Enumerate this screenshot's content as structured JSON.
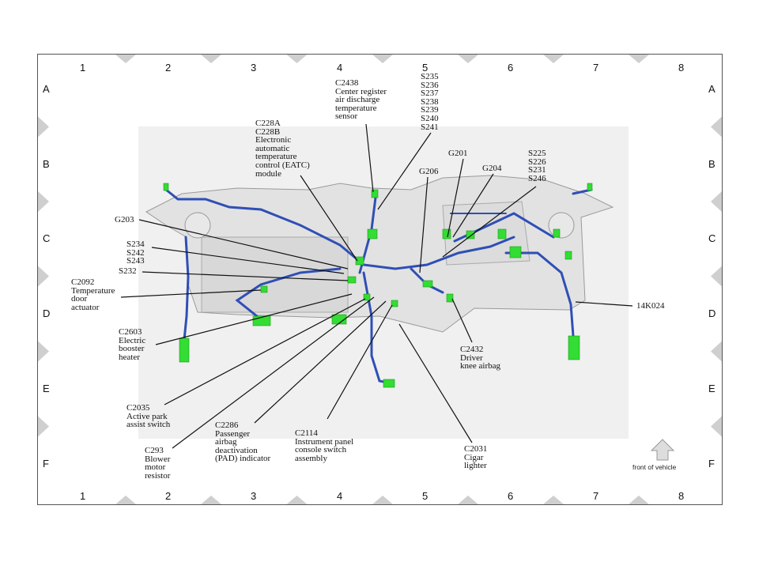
{
  "grid": {
    "columns": [
      "1",
      "2",
      "3",
      "4",
      "5",
      "6",
      "7",
      "8"
    ],
    "rows": [
      "A",
      "B",
      "C",
      "D",
      "E",
      "F"
    ]
  },
  "labels": {
    "c2438": [
      "C2438",
      "Center register",
      "air discharge",
      "temperature",
      "sensor"
    ],
    "s235": [
      "S235",
      "S236",
      "S237",
      "S238",
      "S239",
      "S240",
      "S241"
    ],
    "c228": [
      "C228A",
      "C228B",
      "Electronic",
      "automatic",
      "temperature",
      "control (EATC)",
      "module"
    ],
    "g206": [
      "G206"
    ],
    "g201": [
      "G201"
    ],
    "g204": [
      "G204"
    ],
    "s225": [
      "S225",
      "S226",
      "S231",
      "S246"
    ],
    "g203": [
      "G203"
    ],
    "s234": [
      "S234",
      "S242",
      "S243"
    ],
    "s232": [
      "S232"
    ],
    "c2092": [
      "C2092",
      "Temperature",
      "door",
      "actuator"
    ],
    "c2603": [
      "C2603",
      "Electric",
      "booster",
      "heater"
    ],
    "k14024": [
      "14K024"
    ],
    "c2432": [
      "C2432",
      "Driver",
      "knee airbag"
    ],
    "c2035": [
      "C2035",
      "Active park",
      "assist switch"
    ],
    "c293": [
      "C293",
      "Blower",
      "motor",
      "resistor"
    ],
    "c2286": [
      "C2286",
      "Passenger",
      "airbag",
      "deactivation",
      "(PAD) indicator"
    ],
    "c2114": [
      "C2114",
      "Instrument panel",
      "console switch",
      "assembly"
    ],
    "c2031": [
      "C2031",
      "Cigar",
      "lighter"
    ]
  },
  "front_label": "front of vehicle",
  "colors": {
    "harness": "#2f4fb5",
    "connector": "#33dd33",
    "panel": "#f0f0f0",
    "marker": "#cfcfcf"
  }
}
